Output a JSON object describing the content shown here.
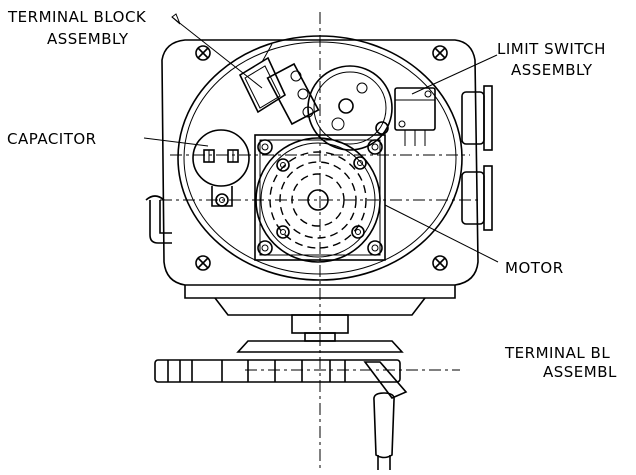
{
  "labels": {
    "terminal_block_line1": "TERMINAL BLOCK",
    "terminal_block_line2": "ASSEMBLY",
    "limit_switch_line1": "LIMIT SWITCH",
    "limit_switch_line2": "ASSEMBLY",
    "capacitor": "CAPACITOR",
    "motor": "MOTOR",
    "terminal_block_cut_line1": "TERMINAL BL",
    "terminal_block_cut_line2": "ASSEMBL"
  },
  "colors": {
    "ink": "#000000",
    "paper": "#ffffff"
  }
}
